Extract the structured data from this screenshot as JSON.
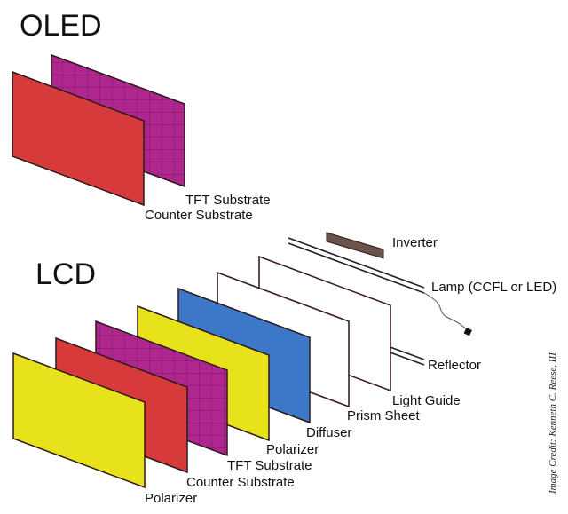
{
  "oled": {
    "heading": "OLED",
    "labels": {
      "tft_substrate": "TFT Substrate",
      "counter_substrate": "Counter Substrate"
    }
  },
  "lcd": {
    "heading": "LCD",
    "labels": {
      "inverter": "Inverter",
      "lamp": "Lamp (CCFL or LED)",
      "reflector": "Reflector",
      "light_guide": "Light Guide",
      "prism_sheet": "Prism Sheet",
      "diffuser": "Diffuser",
      "polarizer_rear": "Polarizer",
      "tft_substrate": "TFT Substrate",
      "counter_substrate": "Counter Substrate",
      "polarizer_front": "Polarizer"
    }
  },
  "credit": "Image Credit: Kenneth C. Reese, III",
  "colors": {
    "red": "#d63a3a",
    "magenta": "#b0268f",
    "yellow": "#e8e21c",
    "blue": "#3d78c8",
    "outline": "#2a1a1a",
    "inverter": "#6b524a"
  }
}
